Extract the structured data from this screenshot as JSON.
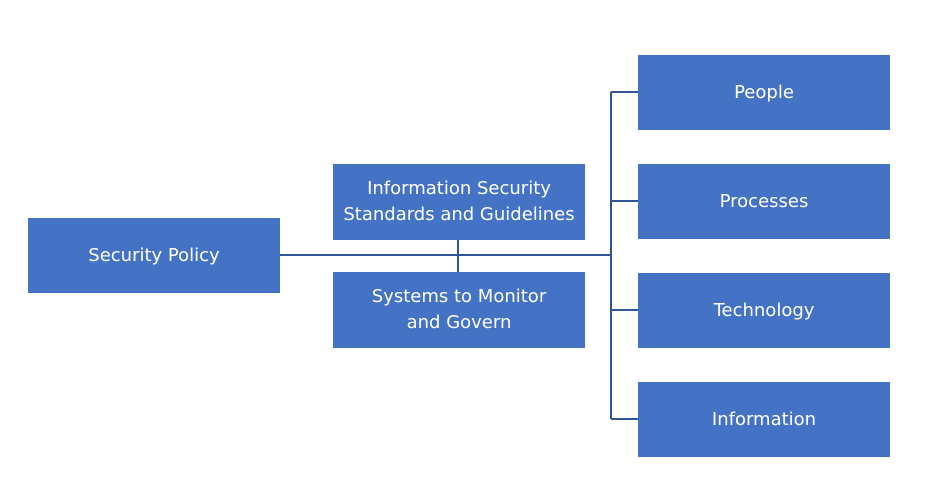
{
  "diagram": {
    "root": {
      "label": "Security Policy"
    },
    "middle": {
      "standards": {
        "label": "Information Security Standards and Guidelines"
      },
      "systems": {
        "label": "Systems to Monitor and Govern"
      }
    },
    "branches": [
      {
        "label": "People"
      },
      {
        "label": "Processes"
      },
      {
        "label": "Technology"
      },
      {
        "label": "Information"
      }
    ]
  },
  "colors": {
    "box_fill": "#4472c4",
    "connector": "#2f5597",
    "text": "#ffffff"
  }
}
